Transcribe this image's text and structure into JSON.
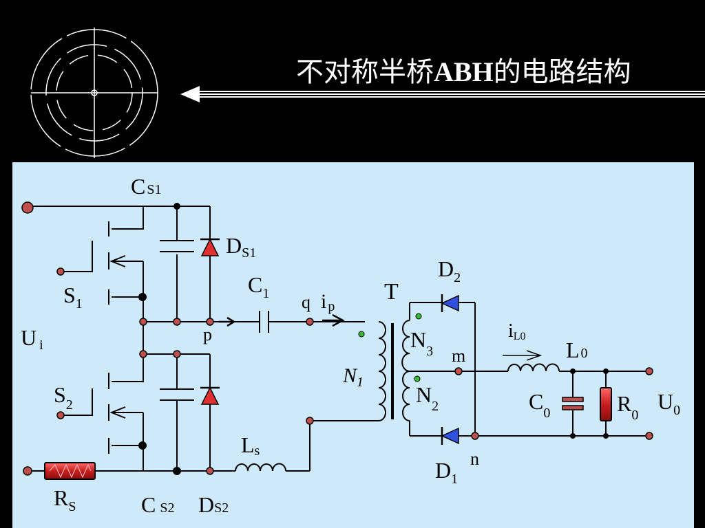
{
  "slide": {
    "title_prefix": "不对称半桥",
    "title_bold": "ABH",
    "title_suffix": "的电路结构"
  },
  "labels": {
    "cs1": {
      "main": "C",
      "sub": "S1"
    },
    "ds1": {
      "main": "D",
      "sub": "S1"
    },
    "s1": {
      "main": "S",
      "sub": "1"
    },
    "ui": {
      "main": "U",
      "sub": "i"
    },
    "p": "p",
    "c1": {
      "main": "C",
      "sub": "1"
    },
    "q": "q",
    "ip": {
      "main": "i",
      "sub": "p"
    },
    "t": "T",
    "d2": {
      "main": "D",
      "sub": "2"
    },
    "n3": {
      "main": "N",
      "sub": "3"
    },
    "n1": {
      "main": "N",
      "sub": "1"
    },
    "n2": {
      "main": "N",
      "sub": "2"
    },
    "m": "m",
    "il0": {
      "main": "i",
      "sub": "L0"
    },
    "l0": {
      "main": "L",
      "sub": "0"
    },
    "c0": {
      "main": "C",
      "sub": "0"
    },
    "r0": {
      "main": "R",
      "sub": "0"
    },
    "u0": {
      "main": "U",
      "sub": "0"
    },
    "s2": {
      "main": "S",
      "sub": "2"
    },
    "ls": {
      "main": "L",
      "sub": "s"
    },
    "d1": {
      "main": "D",
      "sub": "1"
    },
    "n": "n",
    "rs": {
      "main": "R",
      "sub": "S"
    },
    "cs2": {
      "main": "C",
      "sub": "S2"
    },
    "ds2": {
      "main": "D",
      "sub": "S2"
    }
  },
  "colors": {
    "background": "#000000",
    "panel": "#cde9fa",
    "terminal": "#c0504d",
    "diode_high": "#e03030",
    "diode_out": "#3050e0",
    "dot_mark": "#33bb33",
    "resistor": "#c81e1e"
  }
}
